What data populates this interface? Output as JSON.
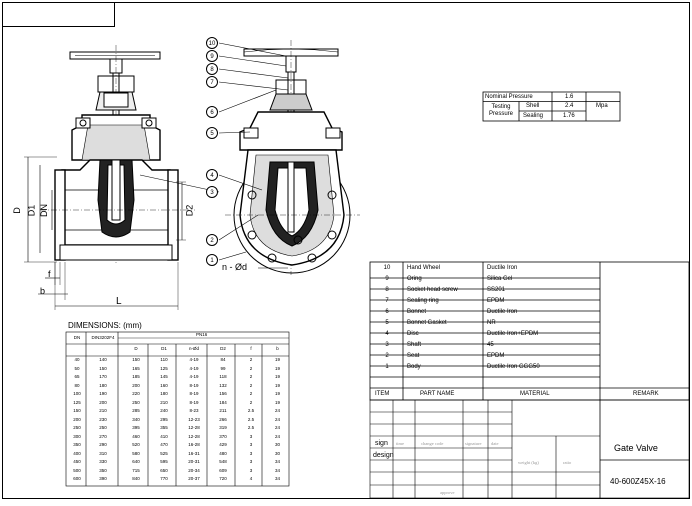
{
  "drawing": {
    "balloons": [
      "10",
      "9",
      "8",
      "7",
      "6",
      "5",
      "4",
      "3",
      "2",
      "1"
    ],
    "bolt_callout": "n - Ød",
    "dims": {
      "D": "D",
      "D1": "D1",
      "DN": "DN",
      "D2": "D2",
      "f": "f",
      "b": "b",
      "L": "L"
    }
  },
  "pressure": {
    "nominal_label": "Nominal Pressure",
    "nominal_value": "1.6",
    "testing_label": "Testing Pressure",
    "shell_label": "Shell",
    "shell_value": "2.4",
    "sealing_label": "Sealing",
    "sealing_value": "1.76",
    "unit": "Mpa"
  },
  "dimensions": {
    "title": "DIMENSIONS: (mm)",
    "pn_header": "PN16",
    "headers": [
      "DN",
      "DIN3202F4",
      "D",
      "D1",
      "n-Ød",
      "D2",
      "f",
      "b"
    ],
    "rows": [
      [
        "40",
        "140",
        "150",
        "110",
        "4-19",
        "84",
        "2",
        "19"
      ],
      [
        "50",
        "150",
        "165",
        "125",
        "4-19",
        "99",
        "2",
        "19"
      ],
      [
        "65",
        "170",
        "185",
        "145",
        "4-19",
        "118",
        "2",
        "19"
      ],
      [
        "80",
        "180",
        "200",
        "160",
        "8-19",
        "132",
        "2",
        "19"
      ],
      [
        "100",
        "190",
        "220",
        "180",
        "8-19",
        "156",
        "2",
        "19"
      ],
      [
        "125",
        "200",
        "250",
        "210",
        "8-19",
        "184",
        "2",
        "19"
      ],
      [
        "150",
        "210",
        "285",
        "240",
        "8-23",
        "211",
        "2.5",
        "24"
      ],
      [
        "200",
        "230",
        "340",
        "295",
        "12-23",
        "266",
        "2.5",
        "24"
      ],
      [
        "250",
        "250",
        "395",
        "355",
        "12-28",
        "319",
        "2.5",
        "24"
      ],
      [
        "300",
        "270",
        "460",
        "410",
        "12-28",
        "370",
        "3",
        "24"
      ],
      [
        "350",
        "290",
        "520",
        "470",
        "16-28",
        "429",
        "3",
        "30"
      ],
      [
        "400",
        "310",
        "580",
        "525",
        "16-31",
        "480",
        "3",
        "30"
      ],
      [
        "450",
        "330",
        "640",
        "595",
        "20-31",
        "548",
        "3",
        "34"
      ],
      [
        "500",
        "350",
        "715",
        "650",
        "20-34",
        "609",
        "3",
        "34"
      ],
      [
        "600",
        "390",
        "840",
        "770",
        "20-37",
        "720",
        "4",
        "34"
      ]
    ]
  },
  "parts": {
    "headers": {
      "item": "ITEM",
      "name": "PART NAME",
      "material": "MATERIAL",
      "remark": "REMARK"
    },
    "rows": [
      [
        "10",
        "Hand Wheel",
        "Ductile Iron"
      ],
      [
        "9",
        "Oring",
        "Silica Gel"
      ],
      [
        "8",
        "Socket head screw",
        "SS201"
      ],
      [
        "7",
        "Sealing ring",
        "EPDM"
      ],
      [
        "6",
        "Bonnet",
        "Ductile Iron"
      ],
      [
        "5",
        "Bonnet Gasket",
        "NR"
      ],
      [
        "4",
        "Disc",
        "Ductile Iron+EPDM"
      ],
      [
        "3",
        "Shaft",
        "45"
      ],
      [
        "2",
        "Seat",
        "EPDM"
      ],
      [
        "1",
        "Body",
        "Ductile Iron  GGG50"
      ]
    ]
  },
  "title_block": {
    "sign": "sign",
    "design": "design",
    "time": "time",
    "change_code": "change code",
    "signature": "signature",
    "date": "date",
    "weight": "weight (kg)",
    "ratio": "ratio",
    "approve": "approve",
    "product": "Gate Valve",
    "model": "40-600Z45X-16"
  }
}
